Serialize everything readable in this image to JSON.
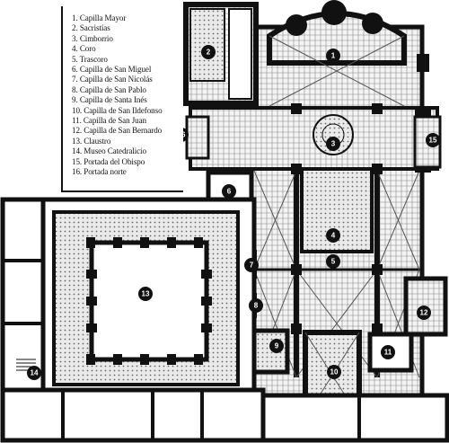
{
  "legend": {
    "items": [
      {
        "number": "1",
        "label": "Capilla Mayor"
      },
      {
        "number": "2",
        "label": "Sacristías"
      },
      {
        "number": "3",
        "label": "Cimborrio"
      },
      {
        "number": "4",
        "label": "Coro"
      },
      {
        "number": "5",
        "label": "Trascoro"
      },
      {
        "number": "6",
        "label": "Capilla de San Miguel"
      },
      {
        "number": "7",
        "label": "Capilla de San Nicolás"
      },
      {
        "number": "8",
        "label": "Capilla de San Pablo"
      },
      {
        "number": "9",
        "label": "Capilla de Santa Inés"
      },
      {
        "number": "10",
        "label": "Capilla de San Ildefonso"
      },
      {
        "number": "11",
        "label": "Capilla de San Juan"
      },
      {
        "number": "12",
        "label": "Capilla de San Bernardo"
      },
      {
        "number": "13",
        "label": "Claustro"
      },
      {
        "number": "14",
        "label": "Museo Catedralicio"
      },
      {
        "number": "15",
        "label": "Portada del Obispo"
      },
      {
        "number": "16",
        "label": "Portada norte"
      }
    ]
  },
  "markers": [
    "1",
    "2",
    "3",
    "4",
    "5",
    "6",
    "7",
    "8",
    "9",
    "10",
    "11",
    "12",
    "13",
    "14",
    "15",
    "16"
  ]
}
